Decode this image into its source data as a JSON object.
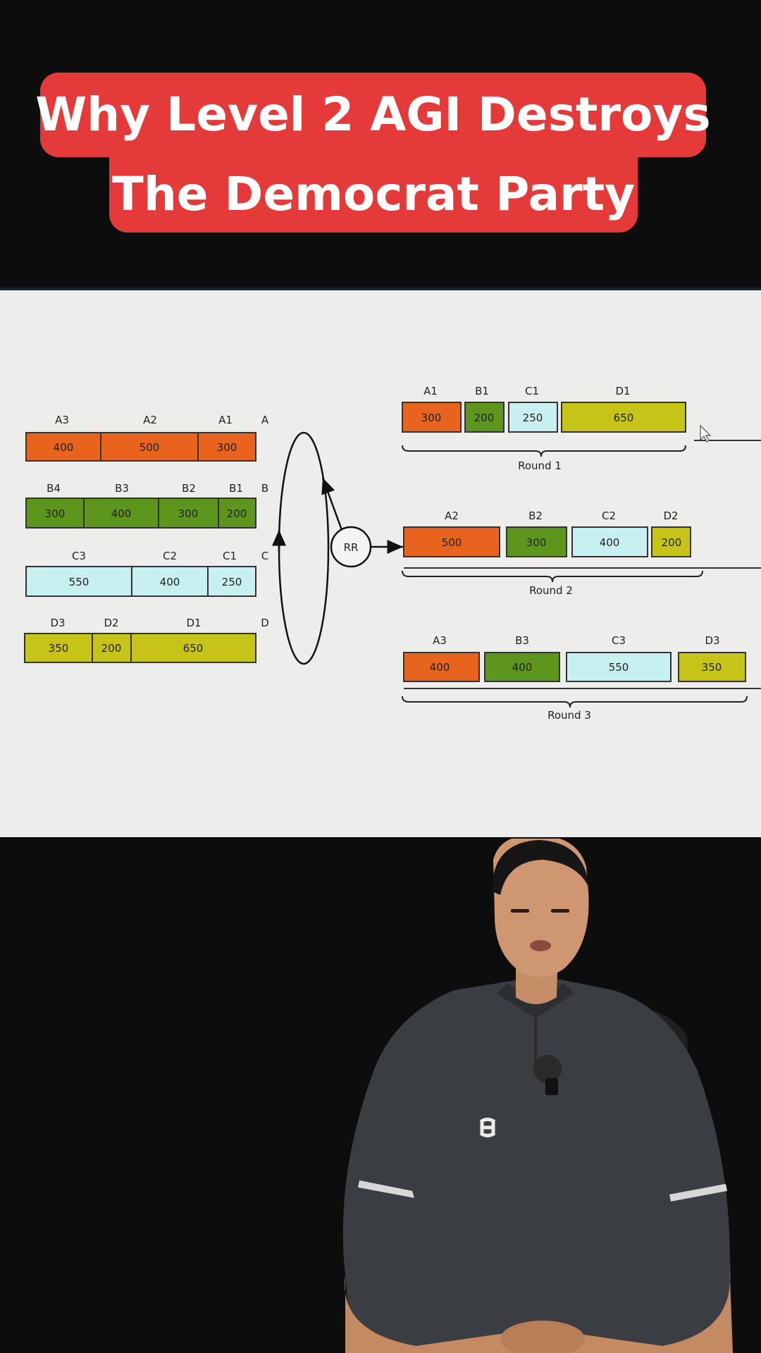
{
  "caption": {
    "line1": "Why Level 2 AGI Destroys",
    "line2": "The Democrat Party"
  },
  "colors": {
    "caption_bg": "#e53a3a",
    "A": "#e8641e",
    "B": "#5e951d",
    "C": "#c8f0f0",
    "D": "#c7c419"
  },
  "diagram": {
    "queues": [
      {
        "name": "A",
        "cells": [
          {
            "id": "A3",
            "val": "400"
          },
          {
            "id": "A2",
            "val": "500"
          },
          {
            "id": "A1",
            "val": "300"
          }
        ]
      },
      {
        "name": "B",
        "cells": [
          {
            "id": "B4",
            "val": "300"
          },
          {
            "id": "B3",
            "val": "400"
          },
          {
            "id": "B2",
            "val": "300"
          },
          {
            "id": "B1",
            "val": "200"
          }
        ]
      },
      {
        "name": "C",
        "cells": [
          {
            "id": "C3",
            "val": "550"
          },
          {
            "id": "C2",
            "val": "400"
          },
          {
            "id": "C1",
            "val": "250"
          }
        ]
      },
      {
        "name": "D",
        "cells": [
          {
            "id": "D3",
            "val": "350"
          },
          {
            "id": "D2",
            "val": "200"
          },
          {
            "id": "D1",
            "val": "650"
          }
        ]
      }
    ],
    "scheduler_label": "RR",
    "rounds": [
      {
        "label": "Round 1",
        "cells": [
          {
            "id": "A1",
            "val": "300"
          },
          {
            "id": "B1",
            "val": "200"
          },
          {
            "id": "C1",
            "val": "250"
          },
          {
            "id": "D1",
            "val": "650"
          }
        ]
      },
      {
        "label": "Round 2",
        "cells": [
          {
            "id": "A2",
            "val": "500"
          },
          {
            "id": "B2",
            "val": "300"
          },
          {
            "id": "C2",
            "val": "400"
          },
          {
            "id": "D2",
            "val": "200"
          }
        ]
      },
      {
        "label": "Round 3",
        "cells": [
          {
            "id": "A3",
            "val": "400"
          },
          {
            "id": "B3",
            "val": "400"
          },
          {
            "id": "C3",
            "val": "550"
          },
          {
            "id": "D3",
            "val": "350"
          }
        ]
      }
    ]
  }
}
